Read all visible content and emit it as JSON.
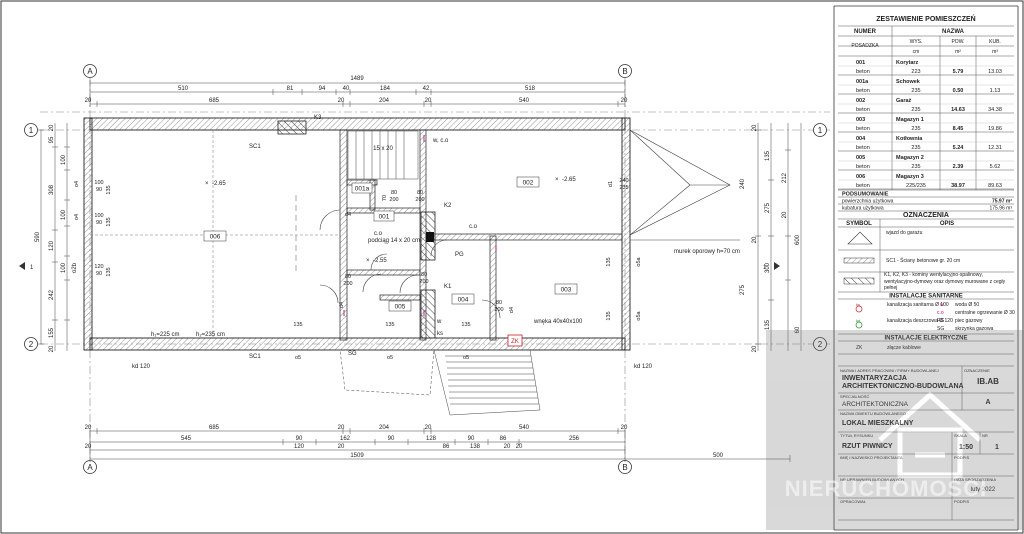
{
  "plan": {
    "axes": {
      "A": "A",
      "B": "B",
      "one": "1",
      "two": "2"
    },
    "top_dims": {
      "total": "1489",
      "r1": [
        "510",
        "81",
        "94",
        "40",
        "184",
        "42",
        "518"
      ],
      "r2": [
        "20",
        "685",
        "20",
        "204",
        "20",
        "540",
        "20"
      ]
    },
    "bottom_dims": {
      "r1": [
        "20",
        "685",
        "20",
        "204",
        "20",
        "540",
        "20"
      ],
      "r2": [
        "545",
        "90",
        "162",
        "90",
        "128",
        "90",
        "86",
        "256"
      ],
      "r3": [
        "20",
        "120",
        "20",
        "86",
        "138",
        "20",
        "20"
      ],
      "total": "1509",
      "ext": "500"
    },
    "left_dims": {
      "outer": "590",
      "inner": [
        "20",
        "95",
        "308",
        "120",
        "242",
        "155",
        "20"
      ],
      "mark": "o2b"
    },
    "right_dims": {
      "outer": [
        "20",
        "240",
        "20",
        "275",
        "20"
      ],
      "a": [
        "212",
        "135",
        "275",
        "20",
        "300",
        "135"
      ],
      "b": [
        "600",
        "60"
      ]
    },
    "rooms": [
      {
        "id": "001",
        "label": "001"
      },
      {
        "id": "001a",
        "label": "001a"
      },
      {
        "id": "002",
        "label": "002"
      },
      {
        "id": "003",
        "label": "003"
      },
      {
        "id": "004",
        "label": "004"
      },
      {
        "id": "005",
        "label": "005"
      },
      {
        "id": "006",
        "label": "006"
      }
    ],
    "levels": [
      "-2.65",
      "-2.65",
      "-2.55"
    ],
    "notes": {
      "k1": "K1",
      "k2": "K2",
      "k3": "K3",
      "sc1_top": "SC1",
      "sc1_bottom": "SC1",
      "sg": "SG",
      "pg": "PG",
      "zk": "ZK",
      "wco": "w, c.o",
      "co": "c.o",
      "co2": "c.o",
      "w": "w",
      "ks": "ks",
      "stairs": "15 x 20",
      "beam": "podciąg 14 x 20 cm",
      "wall": "murek oporowy h=70 cm",
      "niche": "wnęka 40x40x100",
      "kd_left": "kd 120",
      "kd_right": "kd 120",
      "h1": "h₁=225 cm",
      "h2": "h₂=235 cm",
      "d1": "d1",
      "d4": "d4",
      "o4": "o4",
      "o5": "o5",
      "o5a": "o5a",
      "o2b": "o2b",
      "op_80": "80",
      "op_200": "200",
      "op_70": "70",
      "op_100": "100",
      "op_90": "90",
      "op_120": "120",
      "op_135": "135",
      "op_235": "235",
      "op_240": "240",
      "op_90_135": "90"
    }
  },
  "schedule": {
    "title": "ZESTAWIENIE POMIESZCZEŃ",
    "h_numer": "NUMER",
    "h_nazwa": "NAZWA",
    "h_posadzka": "POSADZKA",
    "h_wys": "WYS.",
    "h_pow": "POW.",
    "h_kub": "KUB.",
    "u_wys": "cm",
    "u_pow": "m²",
    "u_kub": "m³",
    "rooms": [
      {
        "no": "001",
        "name": "Korytarz",
        "floor": "beton",
        "h": "223",
        "area": "5.79",
        "vol": "13.03"
      },
      {
        "no": "001a",
        "name": "Schowek",
        "floor": "beton",
        "h": "235",
        "area": "0.50",
        "vol": "1.13"
      },
      {
        "no": "002",
        "name": "Garaż",
        "floor": "beton",
        "h": "235",
        "area": "14.63",
        "vol": "34.38"
      },
      {
        "no": "003",
        "name": "Magazyn 1",
        "floor": "beton",
        "h": "235",
        "area": "8.45",
        "vol": "19.86"
      },
      {
        "no": "004",
        "name": "Kotłownia",
        "floor": "beton",
        "h": "235",
        "area": "5.24",
        "vol": "12.31"
      },
      {
        "no": "005",
        "name": "Magazyn 2",
        "floor": "beton",
        "h": "235",
        "area": "2.39",
        "vol": "5.62"
      },
      {
        "no": "006",
        "name": "Magazyn 3",
        "floor": "beton",
        "h": "225/235",
        "area": "38.97",
        "vol": "89.63"
      }
    ],
    "summary_title": "PODSUMOWANIE",
    "summary": [
      {
        "label": "powierzchnia użytkowa",
        "value": "75.97 m²"
      },
      {
        "label": "kubatura użytkowa",
        "value": "175.96 m³"
      }
    ]
  },
  "legend": {
    "title": "OZNACZENIA",
    "h_symbol": "SYMBOL",
    "h_opis": "OPIS",
    "items": [
      {
        "text": "wjazd do garażu"
      },
      {
        "text": "SC1 - Ściany betonowe gr. 20 cm"
      },
      {
        "text": "K1, K2, K3 - kominy wentylacyjno-spalinowy, wentylacyjno-dymowy oraz dymowy murowane z cegły pełnej"
      }
    ],
    "san_title": "INSTALACJE SANITARNE",
    "san": [
      {
        "sym": "ks",
        "text": "kanalizacja sanitarna Ø 100",
        "sym2": "w",
        "text2": "woda Ø 50"
      },
      {
        "sym": "",
        "text": "",
        "sym2": "c.o",
        "text2": "centralne ogrzewanie Ø 30"
      },
      {
        "sym": "kd",
        "text": "kanalizacja deszczowa Ø 120",
        "sym2": "PG",
        "text2": "piec gazowy"
      },
      {
        "sym": "",
        "text": "",
        "sym2": "SG",
        "text2": "skrzynka gazowa"
      }
    ],
    "el_title": "INSTALACJE ELEKTRYCZNE",
    "el": [
      {
        "sym": "ZK",
        "text": "złącze kablowe"
      }
    ]
  },
  "title_block": {
    "l_firm": "NAZWA I ADRES PRACOWNI / FIRMY BUDOWLANEJ",
    "l_num": "OZNACZENIE",
    "name1": "INWENTARYZACJA",
    "name2": "ARCHITEKTONICZNO-BUDOWLANA",
    "num_val": "IB.AB",
    "l_spec": "SPECJALNOŚĆ",
    "spec": "ARCHITEKTONICZNA",
    "spec_val": "A",
    "l_obj": "NAZWA OBIEKTU BUDOWLANEGO",
    "obj": "LOKAL MIESZKALNY",
    "l_draw": "TYTUŁ RYSUNKU",
    "draw": "RZUT PIWNICY",
    "l_scale": "SKALA",
    "scale": "1:50",
    "l_no": "NR",
    "no": "1",
    "l_author": "IMIĘ I NAZWISKO PROJEKTANTA",
    "l_sign": "PODPIS",
    "l_perm": "NR UPRAWNIEŃ BUDOWLANYCH",
    "l_date": "DATA SPORZĄDZENIA",
    "date": "luty 2022",
    "l_check": "OPRACOWAŁ",
    "l_sign2": "PODPIS"
  },
  "watermark": "NIERUCHOMOŚCI"
}
